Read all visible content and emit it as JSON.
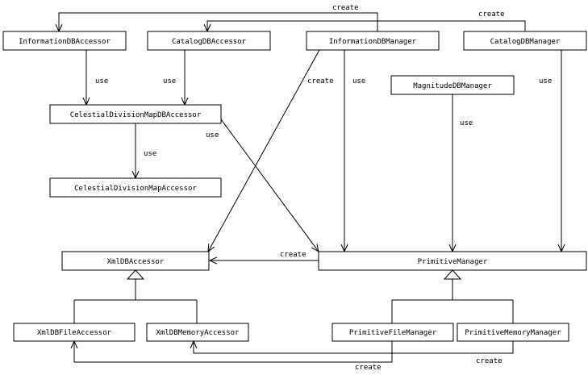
{
  "classes": {
    "information_db_accessor": "InformationDBAccessor",
    "catalog_db_accessor": "CatalogDBAccessor",
    "information_db_manager": "InformationDBManager",
    "catalog_db_manager": "CatalogDBManager",
    "magnitude_db_manager": "MagnitudeDBManager",
    "celestial_division_map_db_accessor": "CelestialDivisionMapDBAccessor",
    "celestial_division_map_accessor": "CelestialDivisionMapAccessor",
    "xml_db_accessor": "XmlDBAccessor",
    "primitive_manager": "PrimitiveManager",
    "xml_db_file_accessor": "XmlDBFileAccessor",
    "xml_db_memory_accessor": "XmlDBMemoryAccessor",
    "primitive_file_manager": "PrimitiveFileManager",
    "primitive_memory_manager": "PrimitiveMemoryManager"
  },
  "relations": {
    "create_info_to_info_accessor": "create",
    "create_catalog_to_catalog_accessor": "create",
    "use_info_accessor": "use",
    "use_catalog_accessor": "use",
    "create_info_to_xml": "create",
    "use_info_to_primitive": "use",
    "use_magnitude_to_primitive": "use",
    "use_catalog_to_primitive": "use",
    "use_celestial_to_primitive": "use",
    "use_celestial_to_map": "use",
    "create_primitive_to_xml": "create",
    "create_memory_to_xml_memory": "create",
    "create_file_to_xml_file": "create"
  }
}
